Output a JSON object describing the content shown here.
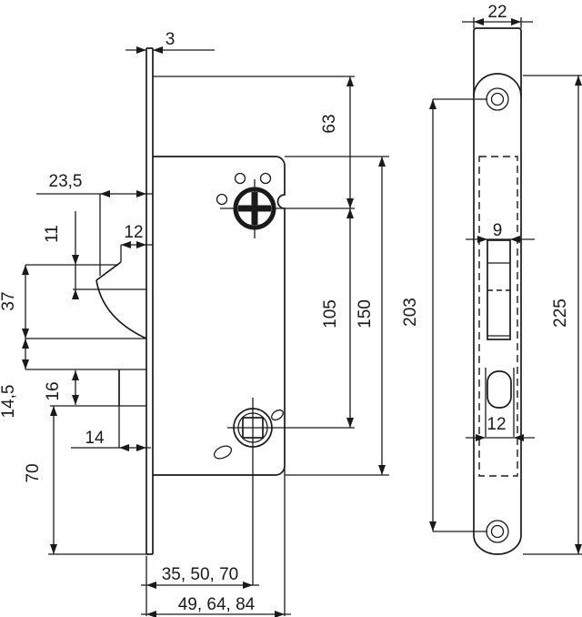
{
  "page": {
    "background": "#ffffff",
    "line_color": "#1a1a1a"
  },
  "dimensions": {
    "plate_thickness": "3",
    "latch_tip_offset": "23,5",
    "latch_height": "11",
    "latch_depth": "12",
    "d37": "37",
    "d14_5": "14,5",
    "bolt_height": "16",
    "bolt_throw": "14",
    "d70": "70",
    "d63": "63",
    "d105": "105",
    "case_height": "150",
    "backset_options": "35, 50, 70",
    "case_depth_options": "49, 64, 84",
    "plate_width": "22",
    "screw_distance": "203",
    "plate_length": "225",
    "latch_opening_width": "9",
    "bolt_opening_width": "12"
  }
}
